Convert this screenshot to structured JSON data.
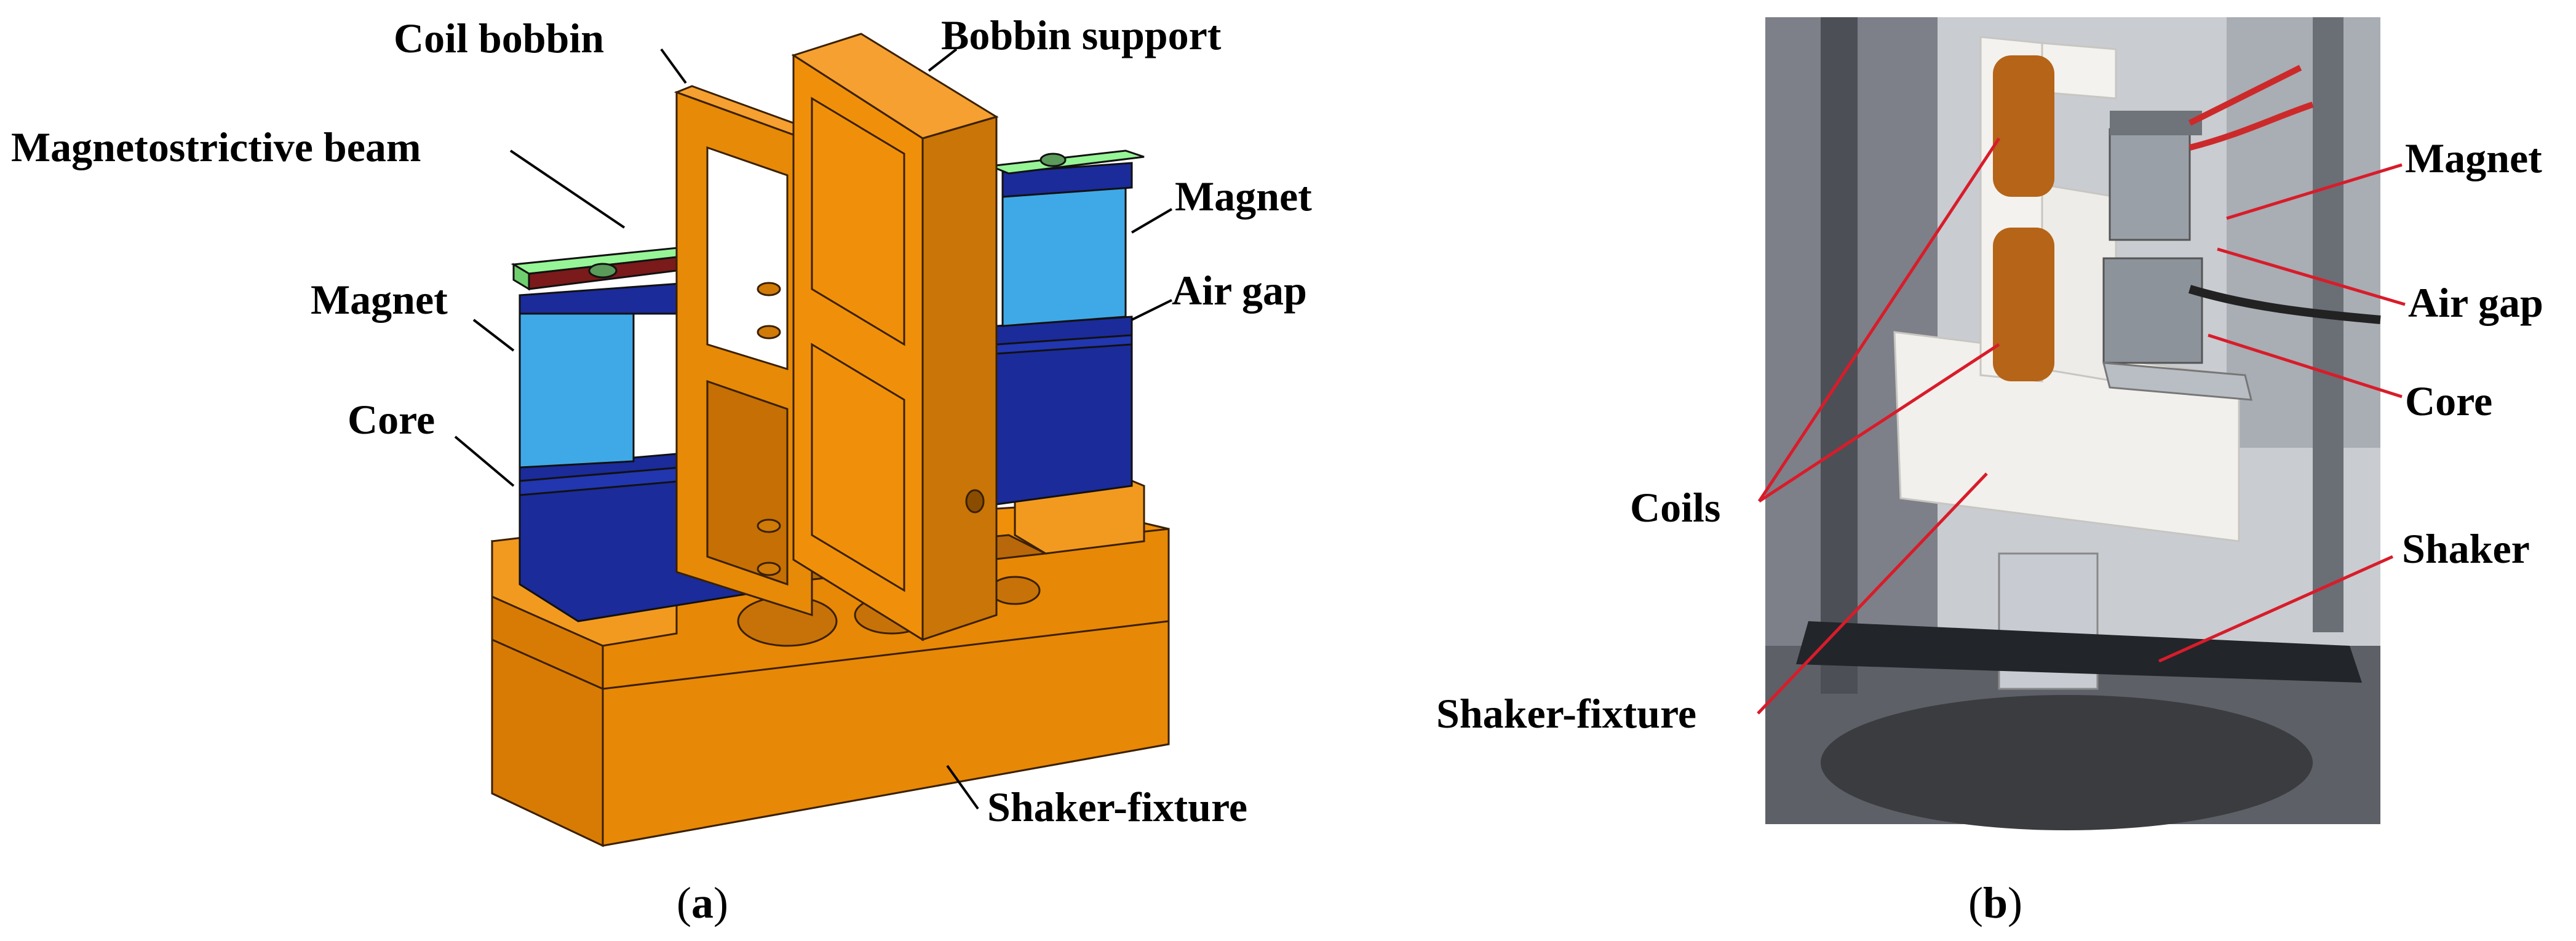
{
  "panel_a": {
    "caption_open": "(",
    "caption_letter": "a",
    "caption_close": ")",
    "labels": {
      "coil_bobbin": "Coil bobbin",
      "bobbin_support": "Bobbin support",
      "magnetostrictive_beam": "Magnetostrictive beam",
      "magnet_right": "Magnet",
      "air_gap": "Air gap",
      "magnet_left": "Magnet",
      "core": "Core",
      "shaker_fixture": "Shaker-fixture"
    }
  },
  "panel_b": {
    "caption_open": "(",
    "caption_letter": "b",
    "caption_close": ")",
    "labels": {
      "magnet": "Magnet",
      "air_gap": "Air gap",
      "core": "Core",
      "coils": "Coils",
      "shaker": "Shaker",
      "shaker_fixture": "Shaker-fixture"
    }
  },
  "colors": {
    "fixture_orange": "#f0900a",
    "fixture_shade": "#c56f05",
    "beam_green": "#96f596",
    "magnet_light_blue": "#3fa9e8",
    "core_dark_blue": "#1b2b9a",
    "leader_red": "#d81c2a",
    "coil_copper": "#b56418"
  }
}
